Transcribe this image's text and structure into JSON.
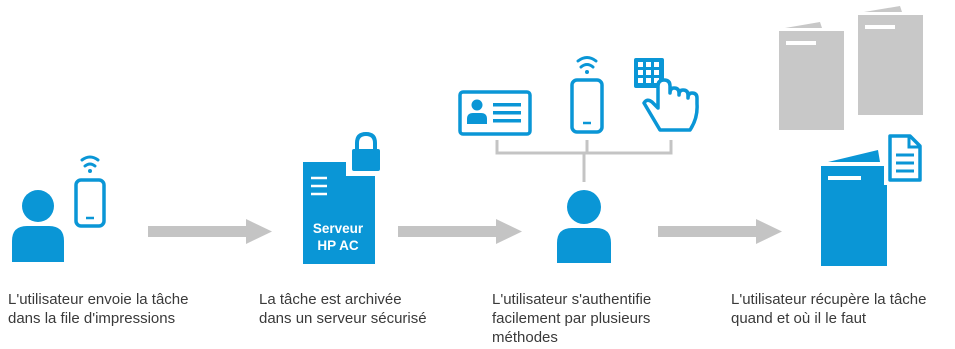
{
  "colors": {
    "blue": "#0a96d6",
    "arrow_gray": "#c4c4c4",
    "printer_gray": "#c8c8c8",
    "white": "#ffffff",
    "text": "#3a3a3a"
  },
  "server": {
    "label_line1": "Serveur",
    "label_line2": "HP AC"
  },
  "steps": [
    {
      "caption_line1": "L'utilisateur envoie la tâche",
      "caption_line2": "dans la file d'impressions",
      "caption_line3": ""
    },
    {
      "caption_line1": "La tâche est archivée",
      "caption_line2": "dans un serveur sécurisé",
      "caption_line3": ""
    },
    {
      "caption_line1": "L'utilisateur s'authentifie",
      "caption_line2": "facilement par plusieurs",
      "caption_line3": "méthodes"
    },
    {
      "caption_line1": "L'utilisateur récupère la tâche",
      "caption_line2": "quand et où il le faut",
      "caption_line3": ""
    }
  ],
  "icons": {
    "user": "user-icon",
    "phone": "smartphone-wireless-icon",
    "server": "server-lock-icon",
    "id_card": "id-card-icon",
    "pin_pad": "pin-pad-touch-icon",
    "printer": "printer-icon",
    "document": "document-icon"
  }
}
